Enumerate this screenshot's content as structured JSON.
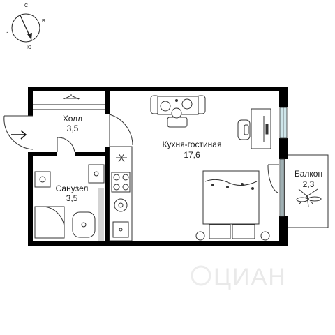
{
  "compass": {
    "north": "С",
    "east": "В",
    "south": "Ю",
    "west": "З"
  },
  "rooms": [
    {
      "id": "hall",
      "name": "Холл",
      "area": "3,5"
    },
    {
      "id": "bathroom",
      "name": "Санузел",
      "area": "3,5"
    },
    {
      "id": "kitchen-living",
      "name": "Кухня-гостиная",
      "area": "17,6"
    },
    {
      "id": "balcony",
      "name": "Балкон",
      "area": "2,3"
    }
  ],
  "watermark": "ЦИАН",
  "colors": {
    "wall": "#000000",
    "stroke": "#333333",
    "window": "#cfe6ea",
    "watermark": "#e9e9e9"
  }
}
